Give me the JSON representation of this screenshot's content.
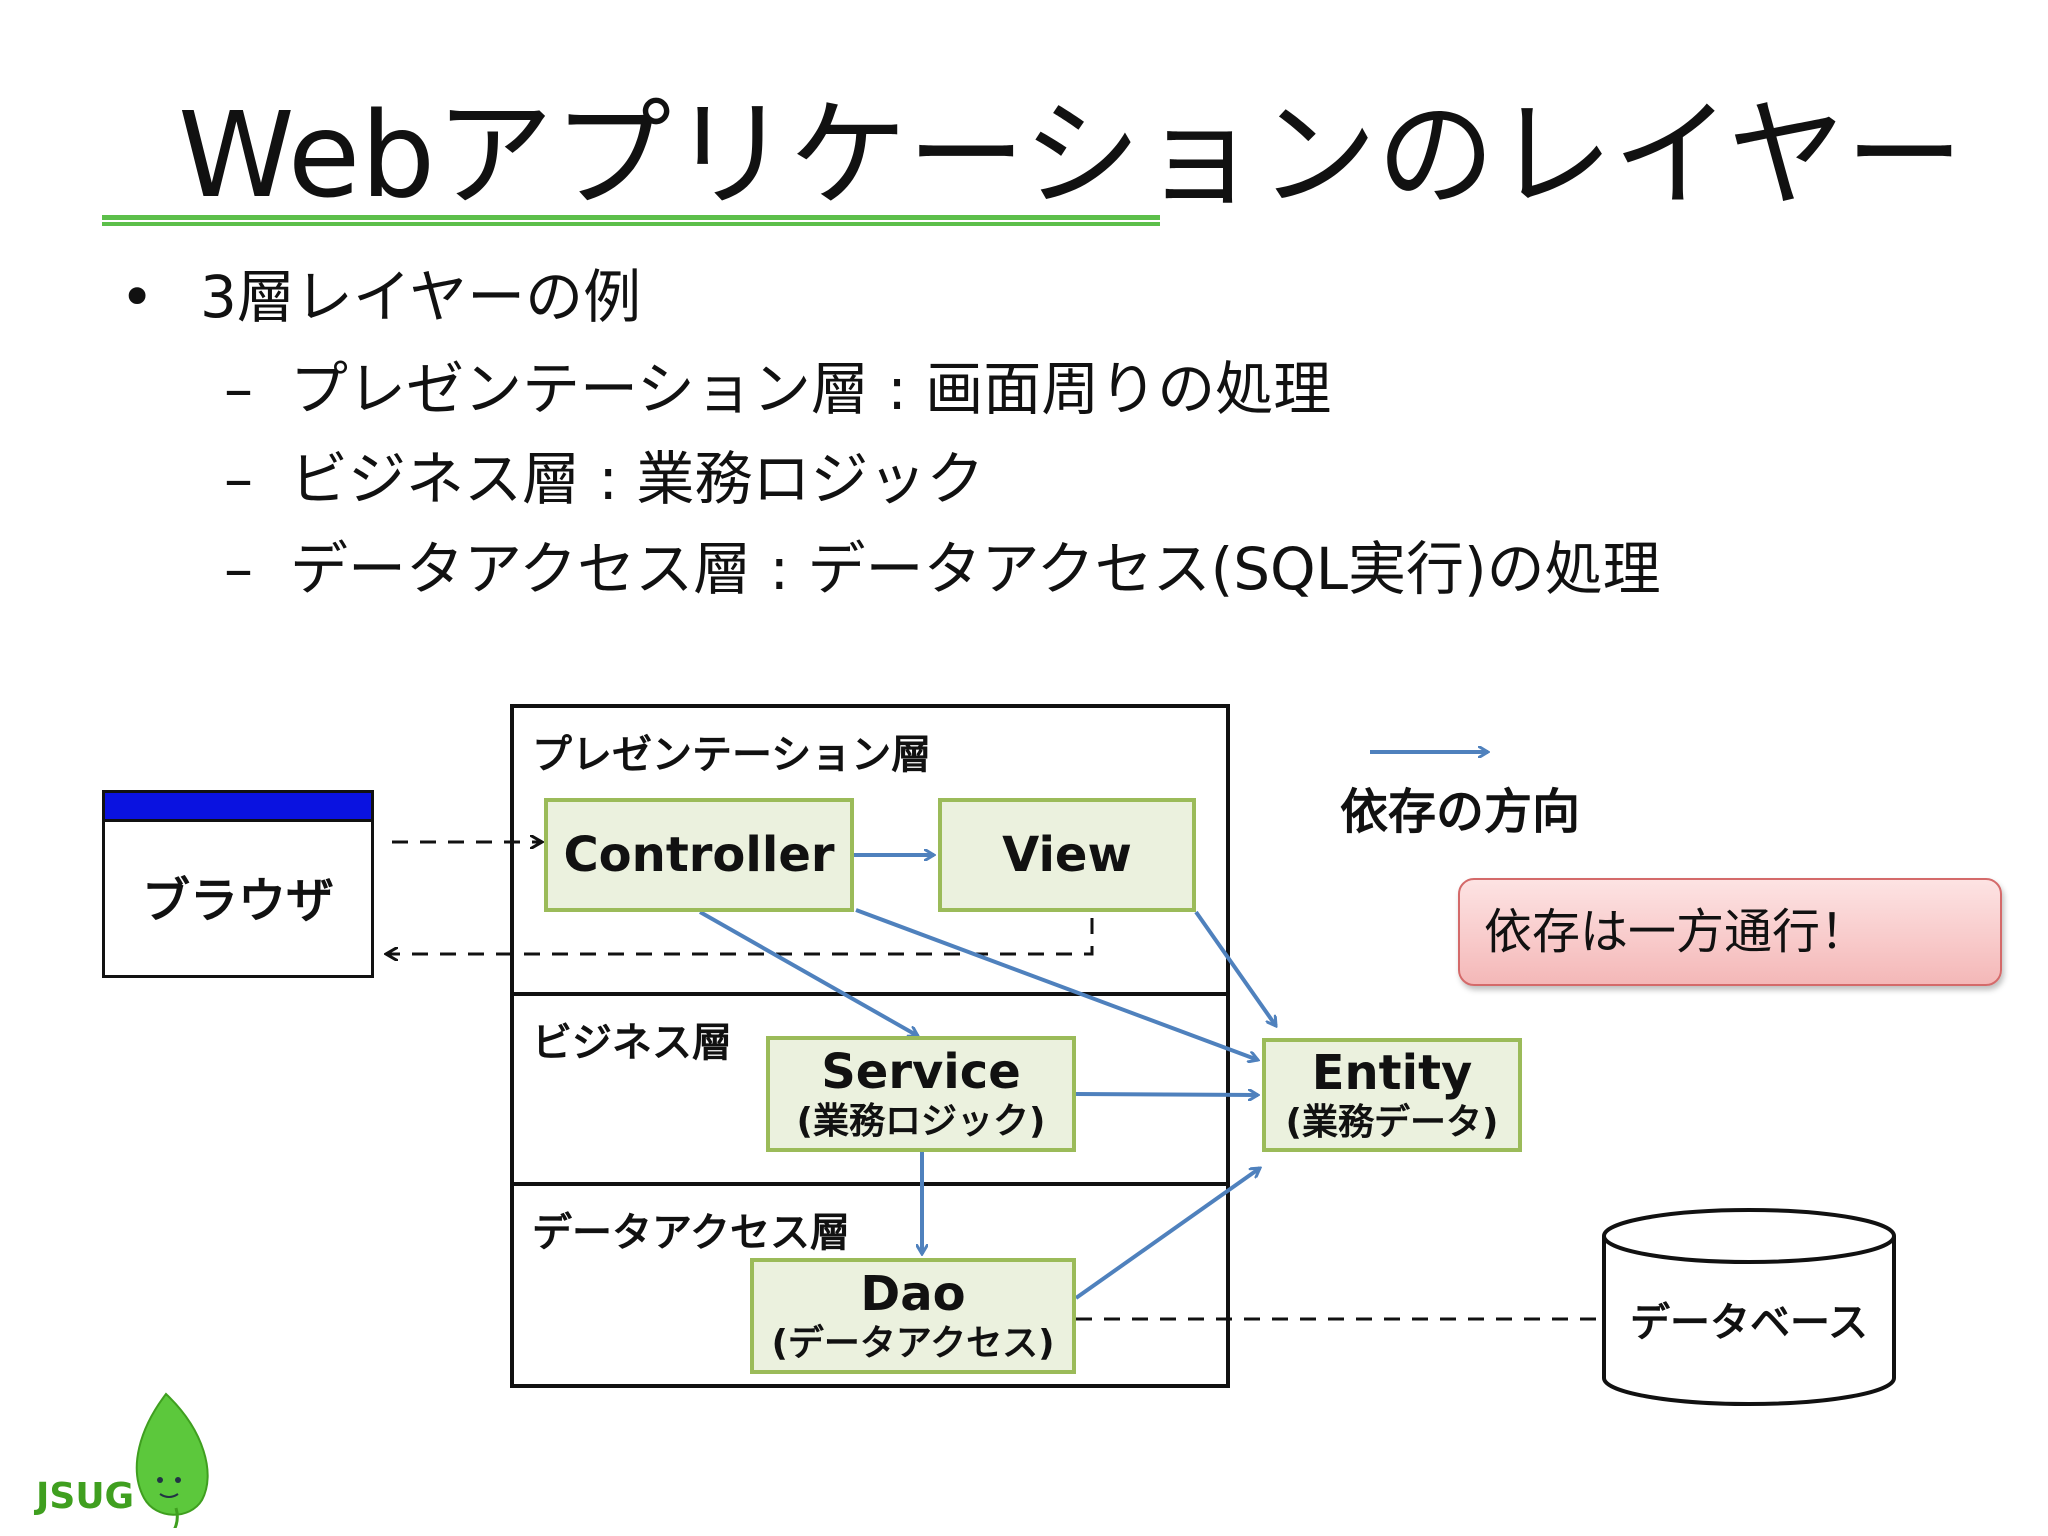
{
  "slide": {
    "title": "Webアプリケーションのレイヤー",
    "bullets": [
      {
        "marker": "•",
        "text": "3層レイヤーの例"
      },
      {
        "marker": "–",
        "text": "プレゼンテーション層 : 画面周りの処理"
      },
      {
        "marker": "–",
        "text": "ビジネス層 : 業務ロジック"
      },
      {
        "marker": "–",
        "text": "データアクセス層 : データアクセス(SQL実行)の処理"
      }
    ]
  },
  "diagram": {
    "layers": {
      "presentation": "プレゼンテーション層",
      "business": "ビジネス層",
      "data_access": "データアクセス層"
    },
    "components": {
      "browser": "ブラウザ",
      "controller": "Controller",
      "view": "View",
      "service": "Service",
      "service_sub": "(業務ロジック)",
      "entity": "Entity",
      "entity_sub": "(業務データ)",
      "dao": "Dao",
      "dao_sub": "(データアクセス)",
      "database": "データベース"
    },
    "legend": {
      "label": "依存の方向"
    },
    "callout": "依存は一方通行！"
  },
  "logo": {
    "text": "JSUG"
  },
  "colors": {
    "title_rule": "#5cbf4a",
    "component_fill": "#ebf1de",
    "component_border": "#9bbb59",
    "arrow": "#4f81bd",
    "browser_bar": "#0a12e0",
    "callout_fill": "#f4b8b8",
    "logo_leaf": "#5cc83c"
  }
}
